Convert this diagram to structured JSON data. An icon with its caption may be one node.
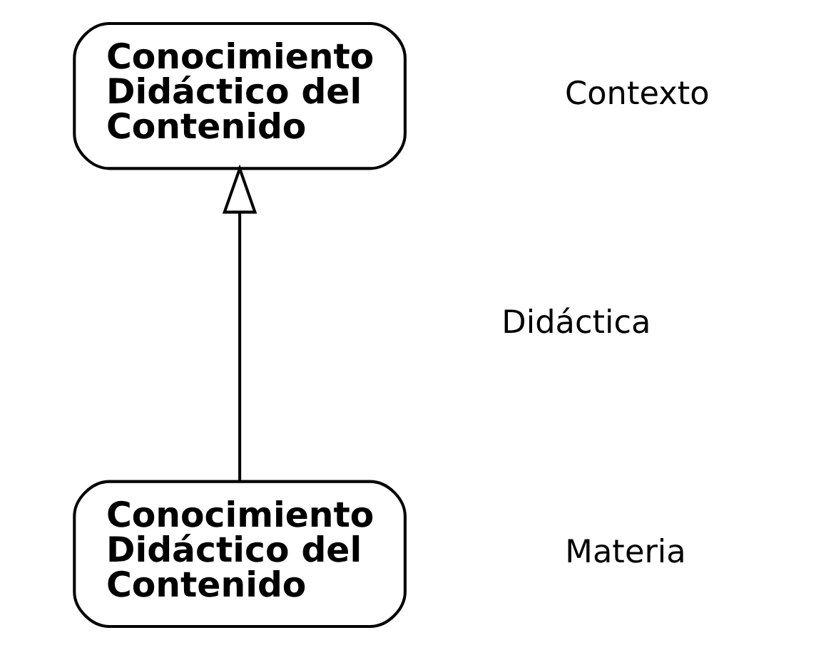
{
  "diagram": {
    "nodes": [
      {
        "text": [
          "Conocimiento Didáctico del Contenido"
        ]
      },
      {
        "text": [
          "Conocimiento Didáctico del Contenido"
        ]
      }
    ],
    "edges": [
      {
        "from": 1,
        "to": 0,
        "arrow": "to"
      }
    ],
    "labels": [
      "Contexto",
      "Didáctica",
      "Materia"
    ]
  }
}
